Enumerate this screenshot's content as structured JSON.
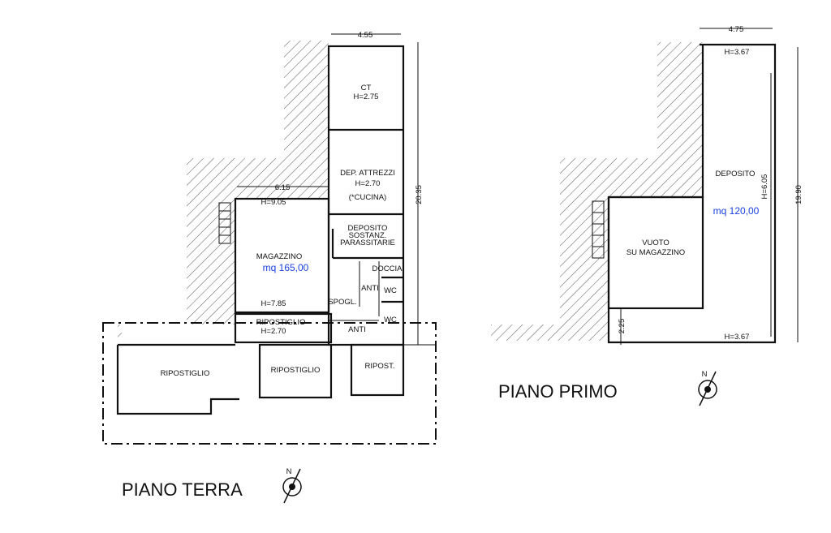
{
  "piano_terra": {
    "title": "PIANO TERRA",
    "dim_top": "4.55",
    "dim_magazzino": "6.15",
    "dim_height": "20.35",
    "rooms": {
      "ct": "CT",
      "ct_h": "H=2.75",
      "dep_attrezzi": "DEP. ATTREZZI",
      "dep_attrezzi_h": "H=2.70",
      "dep_attrezzi_note": "(*CUCINA)",
      "deposito_1": "DEPOSITO",
      "deposito_2": "SOSTANZ.",
      "deposito_3": "PARASSITARIE",
      "magazzino": "MAGAZZINO",
      "magazzino_area": "mq 165,00",
      "magazzino_h_top": "H=9.05",
      "magazzino_h_bottom": "H=7.85",
      "doccia": "DOCCIA",
      "anti_1": "ANTI",
      "wc_1": "WC",
      "spogl": "SPOGL.",
      "wc_2": "WC",
      "anti_2": "ANTI",
      "ripostiglio_small": "RIPOSTIGLIO",
      "ripostiglio_small_h": "H=2.70",
      "ripostiglio_left": "RIPOSTIGLIO",
      "ripostiglio_mid": "RIPOSTIGLIO",
      "ripost": "RIPOST."
    }
  },
  "piano_primo": {
    "title": "PIANO PRIMO",
    "dim_top": "4.75",
    "dim_height": "19.90",
    "dim_small": "2.25",
    "rooms": {
      "deposito": "DEPOSITO",
      "deposito_area": "mq 120,00",
      "deposito_h": "H=6.05",
      "h_top": "H=3.67",
      "h_bottom": "H=3.67",
      "vuoto_1": "VUOTO",
      "vuoto_2": "SU MAGAZZINO"
    }
  },
  "north_label": "N"
}
